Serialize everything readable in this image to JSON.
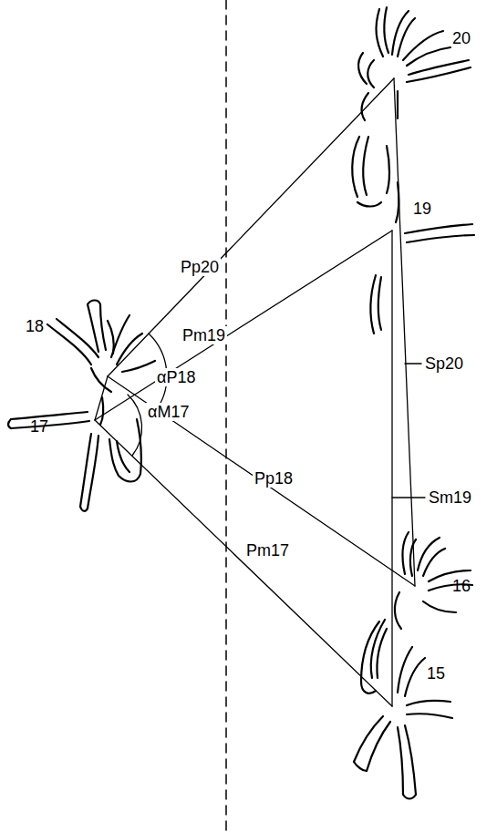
{
  "diagram": {
    "labels": [
      "20",
      "19",
      "18",
      "17",
      "16",
      "15",
      "Pp20",
      "Pm19",
      "Pp18",
      "Pm17",
      "Sp20",
      "Sm19",
      "αP18",
      "αM17"
    ]
  }
}
